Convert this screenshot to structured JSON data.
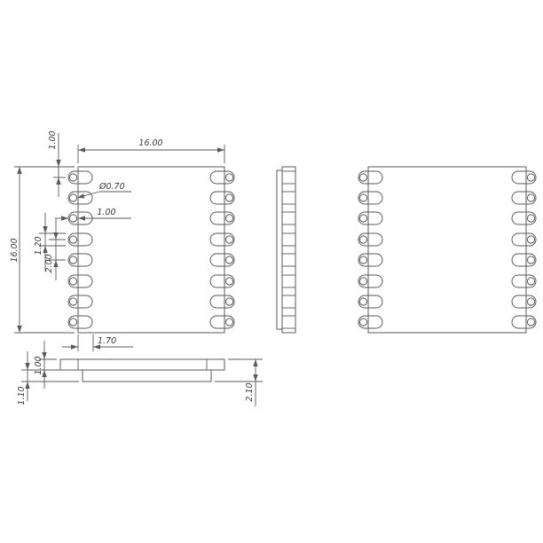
{
  "drawing": {
    "background": "#ffffff",
    "line_color": "#5a5a5a",
    "text_color": "#3a3a3a"
  },
  "pads": {
    "per_side": 8,
    "centers_y": [
      200,
      223,
      246,
      270,
      293,
      317,
      340,
      363
    ],
    "half_height": 7,
    "protrusion": 11,
    "inner_length": 16,
    "hole_radius": 4.1
  },
  "dimensions": {
    "front_width": "16.00",
    "front_height": "16.00",
    "pad_first_offset": "1.00",
    "hole_diameter": "Ø0.70",
    "pad_protrusion": "1.00",
    "pad_width": "1.20",
    "pad_pitch": "2.00",
    "pad_length": "1.70",
    "board_thickness": "1.00",
    "cover_height": "1.10",
    "total_height": "2.10"
  }
}
